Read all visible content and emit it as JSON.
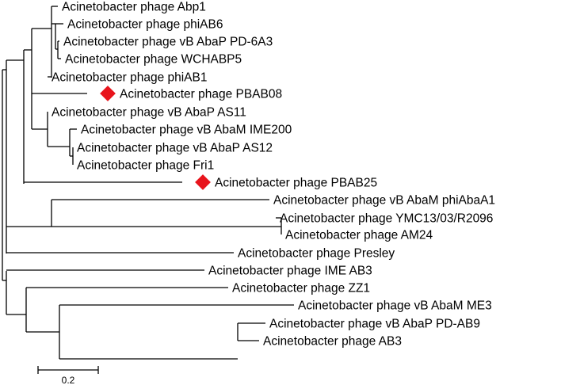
{
  "tree": {
    "marker_color": "#e8141c",
    "leaves": [
      {
        "label": "Acinetobacter phage Abp1",
        "marked": false
      },
      {
        "label": "Acinetobacter phage phiAB6",
        "marked": false
      },
      {
        "label": "Acinetobacter phage vB AbaP PD-6A3",
        "marked": false
      },
      {
        "label": "Acinetobacter phage WCHABP5",
        "marked": false
      },
      {
        "label": "Acinetobacter phage phiAB1",
        "marked": false
      },
      {
        "label": "Acinetobacter phage PBAB08",
        "marked": true
      },
      {
        "label": "Acinetobacter phage vB AbaP AS11",
        "marked": false
      },
      {
        "label": "Acinetobacter phage vB AbaM IME200",
        "marked": false
      },
      {
        "label": "Acinetobacter phage vB AbaP AS12",
        "marked": false
      },
      {
        "label": "Acinetobacter phage Fri1",
        "marked": false
      },
      {
        "label": "Acinetobacter phage PBAB25",
        "marked": true
      },
      {
        "label": "Acinetobacter phage vB AbaM phiAbaA1",
        "marked": false
      },
      {
        "label": "Acinetobacter phage YMC13/03/R2096",
        "marked": false
      },
      {
        "label": "Acinetobacter phage AM24",
        "marked": false
      },
      {
        "label": "Acinetobacter phage Presley",
        "marked": false
      },
      {
        "label": "Acinetobacter phage IME AB3",
        "marked": false
      },
      {
        "label": "Acinetobacter phage ZZ1",
        "marked": false
      },
      {
        "label": "Acinetobacter phage vB AbaM ME3",
        "marked": false
      },
      {
        "label": "Acinetobacter phage vB AbaP PD-AB9",
        "marked": false
      },
      {
        "label": "Acinetobacter phage AB3",
        "marked": false
      }
    ]
  },
  "scale_bar": {
    "value": "0.2"
  }
}
